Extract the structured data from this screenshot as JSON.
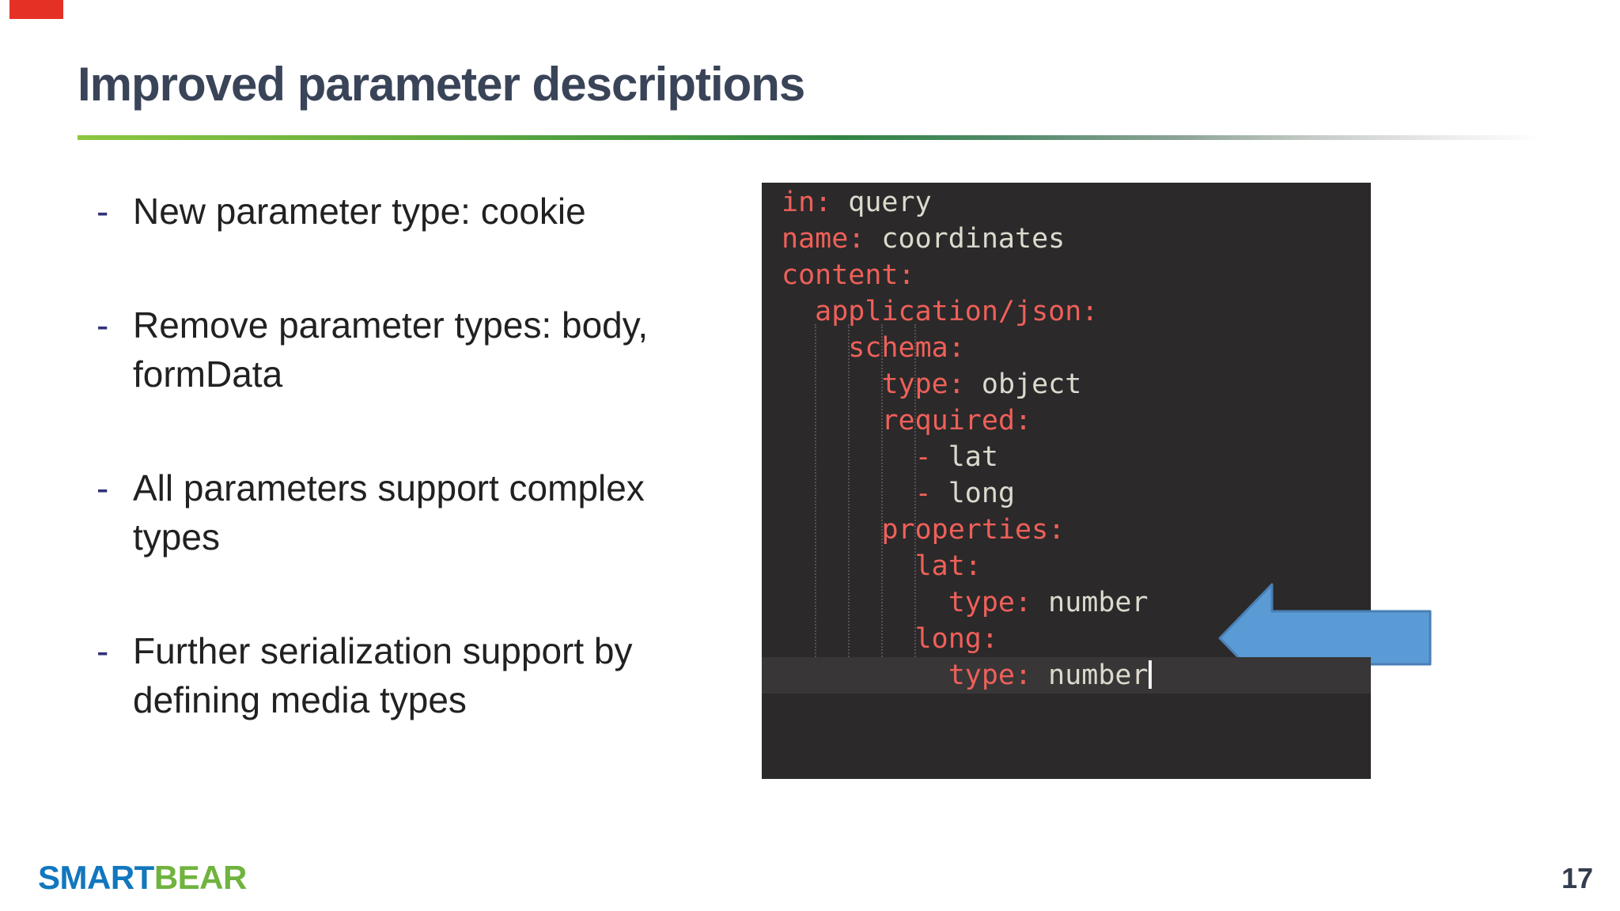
{
  "slide": {
    "title": "Improved parameter descriptions",
    "page_number": "17"
  },
  "bullets": [
    {
      "dash": "-",
      "lines": [
        "New parameter type: cookie"
      ]
    },
    {
      "dash": "-",
      "lines": [
        "Remove parameter types: body,",
        "formData"
      ]
    },
    {
      "dash": "-",
      "lines": [
        "All parameters support complex",
        "types"
      ]
    },
    {
      "dash": "-",
      "lines": [
        "Further serialization support by",
        "defining media types"
      ]
    }
  ],
  "code": {
    "language": "yaml",
    "lines": [
      {
        "pre": "",
        "key": "in:",
        "val": " query"
      },
      {
        "pre": "",
        "key": "name:",
        "val": " coordinates"
      },
      {
        "pre": "",
        "key": "content:",
        "val": ""
      },
      {
        "pre": "  ",
        "key": "application/json:",
        "val": ""
      },
      {
        "pre": "    ",
        "key": "schema:",
        "val": ""
      },
      {
        "pre": "      ",
        "key": "type:",
        "val": " object"
      },
      {
        "pre": "      ",
        "key": "required:",
        "val": ""
      },
      {
        "pre": "        ",
        "key": "-",
        "val": " lat"
      },
      {
        "pre": "        ",
        "key": "-",
        "val": " long"
      },
      {
        "pre": "      ",
        "key": "properties:",
        "val": ""
      },
      {
        "pre": "        ",
        "key": "lat:",
        "val": ""
      },
      {
        "pre": "          ",
        "key": "type:",
        "val": " number"
      },
      {
        "pre": "        ",
        "key": "long:",
        "val": ""
      },
      {
        "pre": "          ",
        "key": "type:",
        "val": " number",
        "highlight": true,
        "cursor": true
      }
    ]
  },
  "logo": {
    "part1": "SMART",
    "part2": "BEAR"
  },
  "icons": {
    "arrow": "left-arrow-icon"
  },
  "colors": {
    "title": "#3a4458",
    "rule_green_start": "#8cc63f",
    "rule_green_mid": "#2f8442",
    "bullet_dash": "#32327a",
    "code_background": "#2b292a",
    "code_key": "#ee6059",
    "code_value": "#dcdacd",
    "code_current_line": "#393637",
    "arrow_fill": "#5b9bd5",
    "arrow_stroke": "#4a7fb5",
    "logo_blue": "#1177be",
    "logo_green": "#70b33e",
    "page_number": "#333d4f",
    "recording_marker": "#e53125"
  }
}
